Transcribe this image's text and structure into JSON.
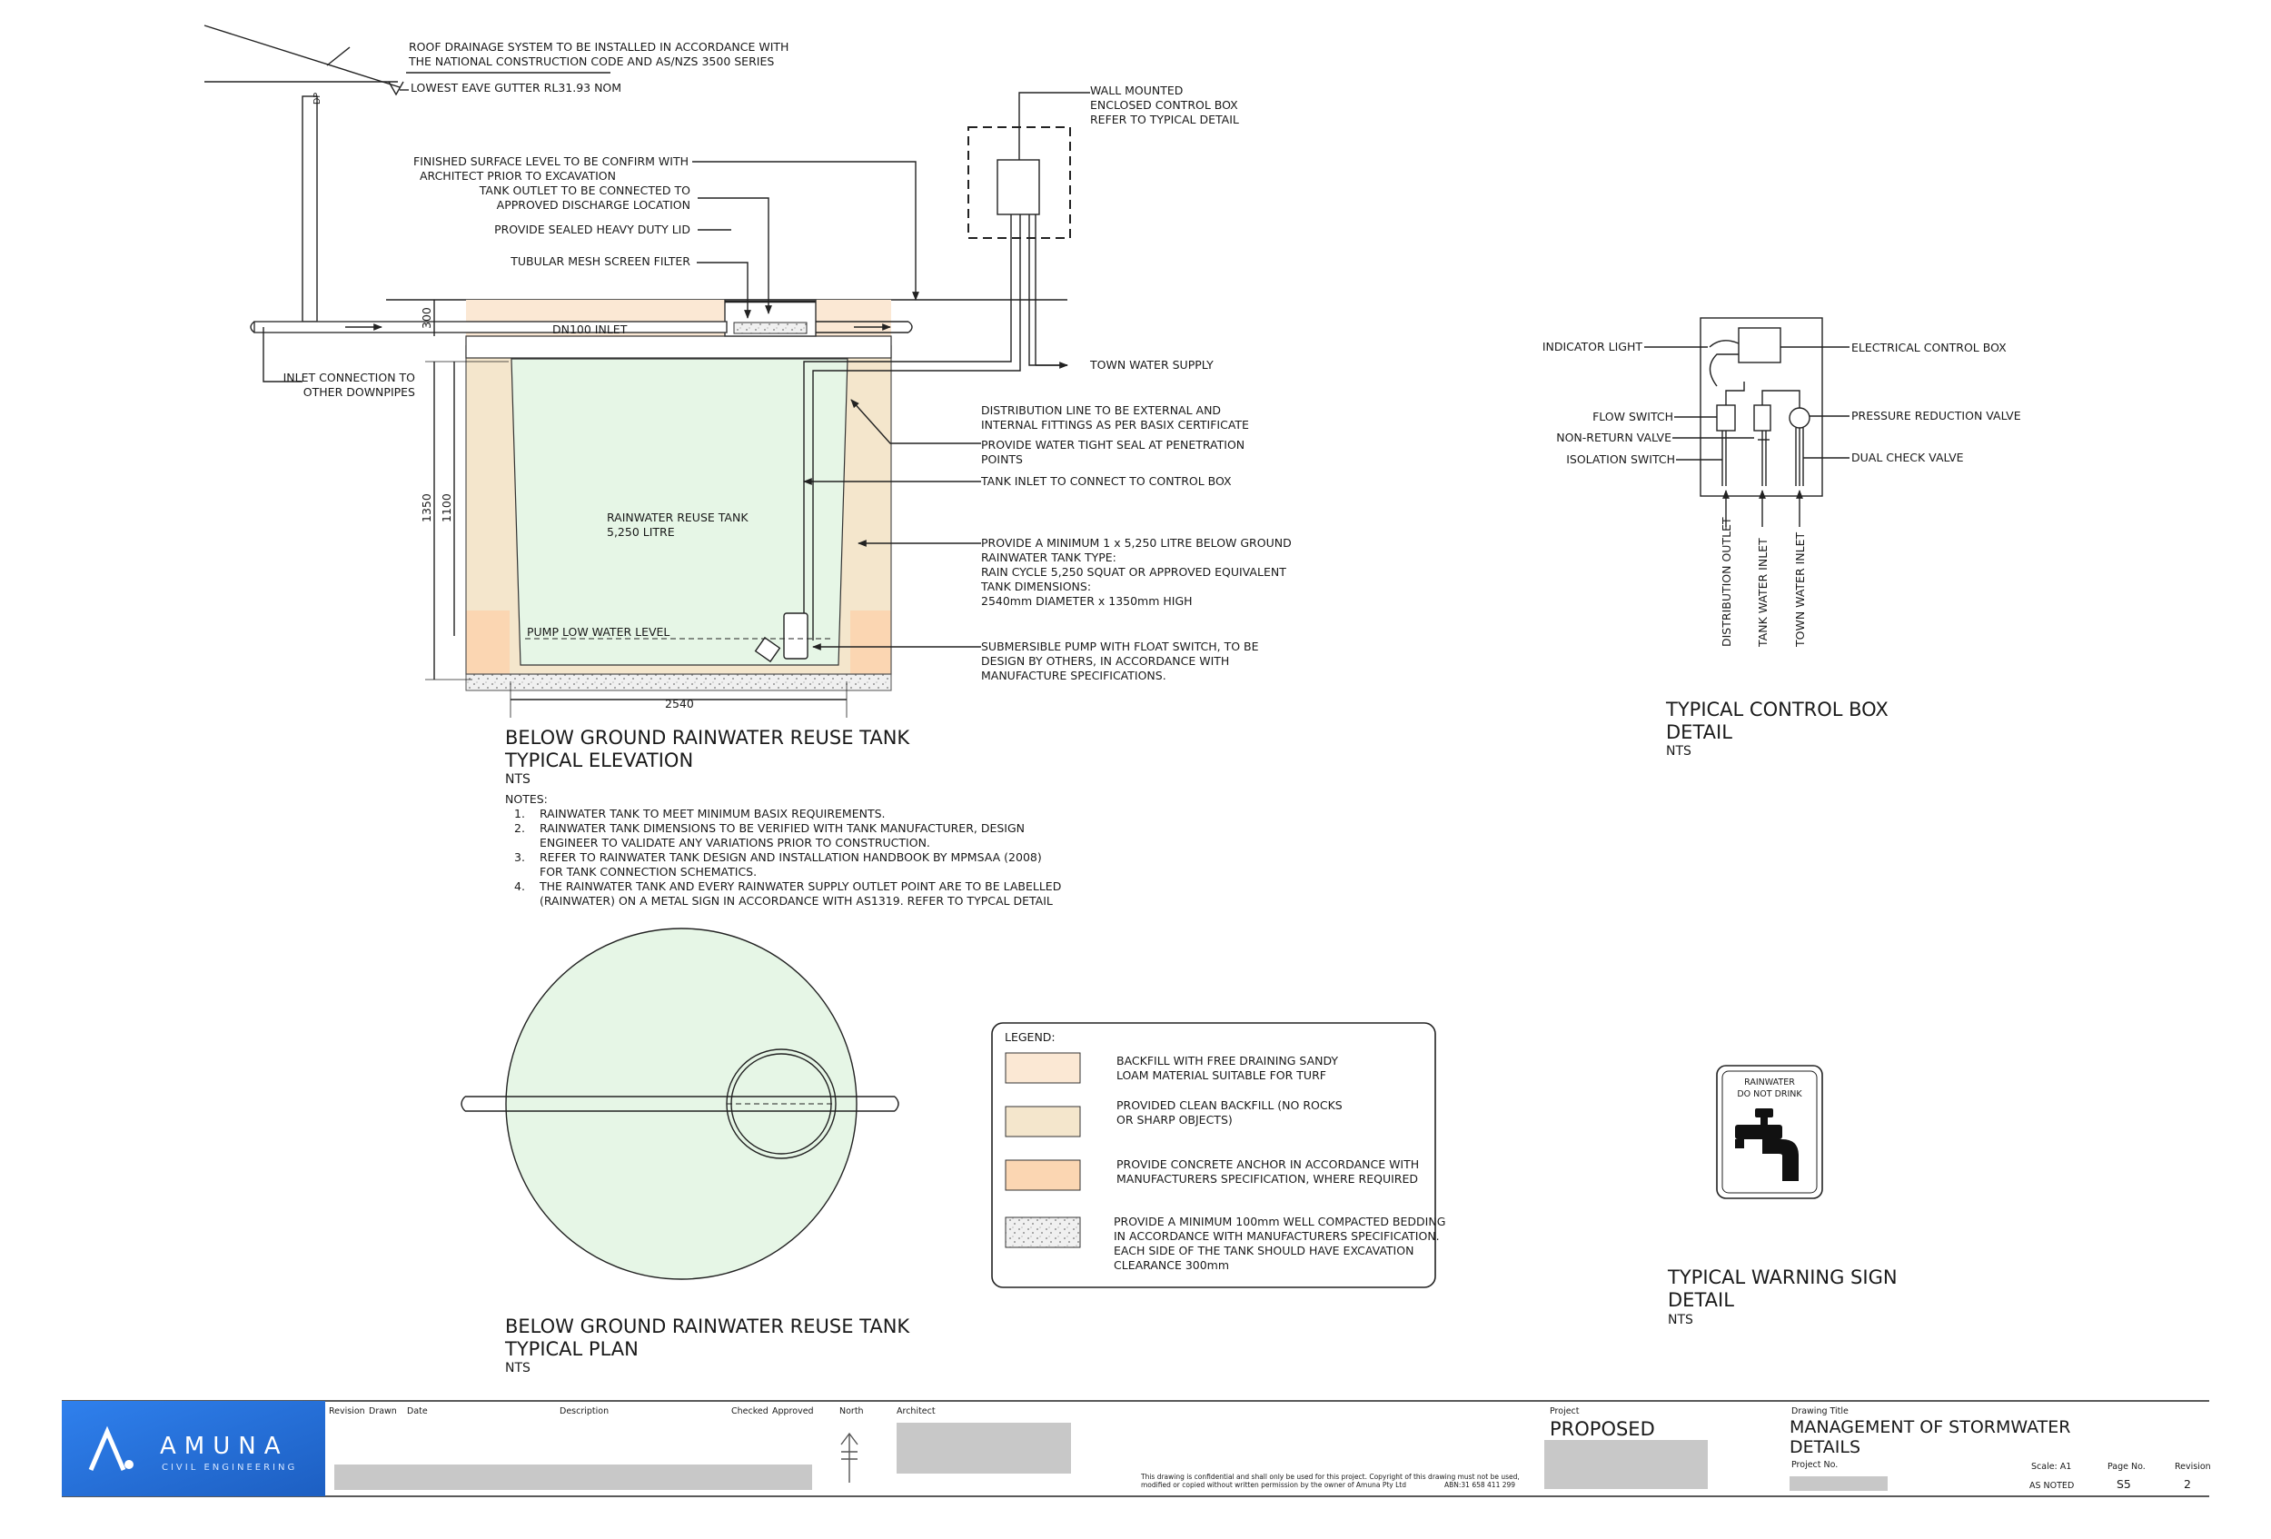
{
  "elevation": {
    "roof_note_1": "ROOF DRAINAGE SYSTEM TO BE INSTALLED IN ACCORDANCE WITH",
    "roof_note_2": "THE NATIONAL CONSTRUCTION CODE AND AS/NZS 3500 SERIES",
    "eave": "LOWEST EAVE GUTTER RL31.93 NOM",
    "dp": "DP",
    "fsl_1": "FINISHED SURFACE LEVEL TO BE CONFIRM WITH",
    "fsl_2": "ARCHITECT PRIOR TO EXCAVATION",
    "outlet_1": "TANK OUTLET TO BE CONNECTED TO",
    "outlet_2": "APPROVED DISCHARGE LOCATION",
    "lid": "PROVIDE SEALED HEAVY DUTY LID",
    "filter": "TUBULAR MESH SCREEN FILTER",
    "inlet": "DN100 INLET",
    "inlet_conn_1": "INLET CONNECTION TO",
    "inlet_conn_2": "OTHER DOWNPIPES",
    "wall_box_1": "WALL MOUNTED",
    "wall_box_2": "ENCLOSED CONTROL BOX",
    "wall_box_3": "REFER TO TYPICAL DETAIL",
    "town_supply": "TOWN WATER SUPPLY",
    "dist_1": "DISTRIBUTION LINE TO BE EXTERNAL AND",
    "dist_2": "INTERNAL FITTINGS AS PER BASIX CERTIFICATE",
    "seal_1": "PROVIDE WATER TIGHT SEAL AT PENETRATION",
    "seal_2": "POINTS",
    "tank_inlet": "TANK INLET TO CONNECT TO CONTROL BOX",
    "tank_name": "RAINWATER REUSE TANK",
    "tank_cap": "5,250 LITRE",
    "spec_1": "PROVIDE A MINIMUM 1 x 5,250 LITRE BELOW GROUND",
    "spec_2": "RAINWATER TANK TYPE:",
    "spec_3": "RAIN CYCLE 5,250 SQUAT OR APPROVED EQUIVALENT",
    "spec_4": " TANK DIMENSIONS:",
    "spec_5": "2540mm DIAMETER x 1350mm HIGH",
    "pump_low": "PUMP LOW WATER LEVEL",
    "pump_1": "SUBMERSIBLE PUMP WITH FLOAT SWITCH, TO BE",
    "pump_2": "DESIGN BY OTHERS, IN ACCORDANCE WITH",
    "pump_3": "MANUFACTURE SPECIFICATIONS.",
    "dim_300": "300",
    "dim_1350": "1350",
    "dim_1100": "1100",
    "dim_2540": "2540",
    "title_1": "BELOW GROUND RAINWATER REUSE TANK",
    "title_2": "TYPICAL ELEVATION",
    "scale": "NTS",
    "notes_heading": "NOTES:",
    "notes": [
      {
        "num": "1.",
        "lines": [
          "RAINWATER TANK TO MEET MINIMUM BASIX REQUIREMENTS."
        ]
      },
      {
        "num": "2.",
        "lines": [
          "RAINWATER TANK DIMENSIONS TO BE VERIFIED WITH TANK MANUFACTURER, DESIGN",
          "ENGINEER TO VALIDATE ANY VARIATIONS PRIOR TO CONSTRUCTION."
        ]
      },
      {
        "num": "3.",
        "lines": [
          "REFER TO RAINWATER TANK DESIGN AND INSTALLATION HANDBOOK BY MPMSAA (2008)",
          "FOR TANK CONNECTION SCHEMATICS."
        ]
      },
      {
        "num": "4.",
        "lines": [
          "THE RAINWATER TANK AND EVERY RAINWATER SUPPLY OUTLET POINT ARE TO BE LABELLED",
          "(RAINWATER) ON A METAL SIGN IN ACCORDANCE WITH AS1319. REFER TO TYPCAL DETAIL"
        ]
      }
    ]
  },
  "control_box": {
    "indicator": "INDICATOR LIGHT",
    "elec_box": "ELECTRICAL CONTROL BOX",
    "flow": "FLOW SWITCH",
    "non_return": "NON-RETURN VALVE",
    "isolation": "ISOLATION SWITCH",
    "prv": "PRESSURE REDUCTION VALVE",
    "dcv": "DUAL CHECK VALVE",
    "dist_outlet": "DISTRIBUTION OUTLET",
    "tank_inlet": "TANK WATER INLET",
    "town_inlet": "TOWN WATER INLET",
    "title_1": "TYPICAL CONTROL BOX",
    "title_2": "DETAIL",
    "scale": "NTS"
  },
  "plan": {
    "title_1": "BELOW GROUND RAINWATER REUSE TANK",
    "title_2": "TYPICAL PLAN",
    "scale": "NTS"
  },
  "legend": {
    "heading": "LEGEND:",
    "items": [
      {
        "lines": [
          "BACKFILL WITH FREE DRAINING SANDY",
          "LOAM MATERIAL SUITABLE FOR TURF"
        ],
        "color": "#fbe8d4"
      },
      {
        "lines": [
          "PROVIDED CLEAN BACKFILL (NO ROCKS",
          "OR SHARP OBJECTS)"
        ],
        "color": "#f4e6cc"
      },
      {
        "lines": [
          "PROVIDE CONCRETE ANCHOR  IN ACCORDANCE WITH",
          "MANUFACTURERS SPECIFICATION, WHERE REQUIRED"
        ],
        "color": "#fbd6b2"
      },
      {
        "lines": [
          "PROVIDE A MINIMUM 100mm WELL COMPACTED BEDDING",
          "IN ACCORDANCE WITH MANUFACTURERS SPECIFICATION.",
          "EACH SIDE OF THE TANK SHOULD HAVE EXCAVATION",
          "CLEARANCE 300mm"
        ],
        "color": "#e6e6e6"
      }
    ]
  },
  "warning_sign": {
    "sign_1": "RAINWATER",
    "sign_2": "DO NOT DRINK",
    "title_1": "TYPICAL WARNING SIGN",
    "title_2": "DETAIL",
    "scale": "NTS"
  },
  "title_block": {
    "logo_name": "AMUNA",
    "logo_sub": "CIVIL ENGINEERING",
    "revision": "Revision",
    "drawn": "Drawn",
    "date": "Date",
    "description": "Description",
    "checked": "Checked",
    "approved": "Approved",
    "north": "North",
    "architect": "Architect",
    "disclaimer_1": "This drawing is confidential and shall only be used for this project. Copyright of this drawing must not be used,",
    "disclaimer_2": "modified or copied without written permission by the owner of Amuna Pty Ltd",
    "abn": "ABN:31 658 411 299",
    "project_label": "Project",
    "project": "PROPOSED",
    "drawing_title_label": "Drawing Title",
    "drawing_title_1": "MANAGEMENT OF STORMWATER",
    "drawing_title_2": "DETAILS",
    "project_no_label": "Project No.",
    "scale_label": "Scale: A1",
    "scale_value": "AS NOTED",
    "page_label": "Page No.",
    "page_value": "S5",
    "rev_label": "Revision",
    "rev_value": "2"
  },
  "colors": {
    "tank_fill": "#e6f6e6",
    "backfill": "#f4e6cc",
    "sandy": "#fbe8d4",
    "anchor": "#fbd6b2",
    "logo_blue": "#2b6fd6"
  }
}
